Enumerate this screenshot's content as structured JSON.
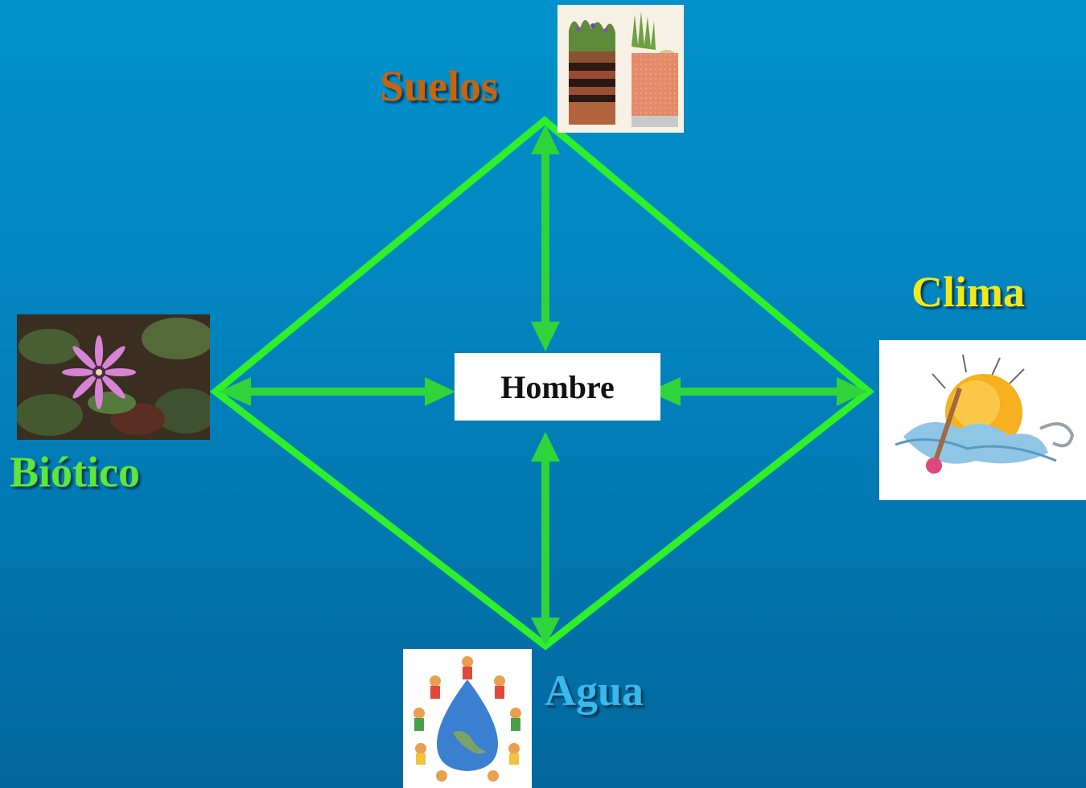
{
  "diagram": {
    "center": {
      "label": "Hombre"
    },
    "nodes": [
      {
        "id": "suelos",
        "label": "Suelos",
        "color": "#c8630e"
      },
      {
        "id": "clima",
        "label": "Clima",
        "color": "#f2e81a"
      },
      {
        "id": "biotico",
        "label": "Biótico",
        "color": "#5ee63a"
      },
      {
        "id": "agua",
        "label": "Agua",
        "color": "#39b8ee"
      }
    ],
    "colors": {
      "outline": "#2ef02a",
      "arrows": "#2fd33a",
      "background": "#0287c2"
    },
    "images": {
      "suelos": "soil-profile-illustration",
      "clima": "sun-thermometer-wind-illustration",
      "biotico": "purple-flower-photo",
      "agua": "children-around-water-drop-globe-illustration"
    }
  }
}
